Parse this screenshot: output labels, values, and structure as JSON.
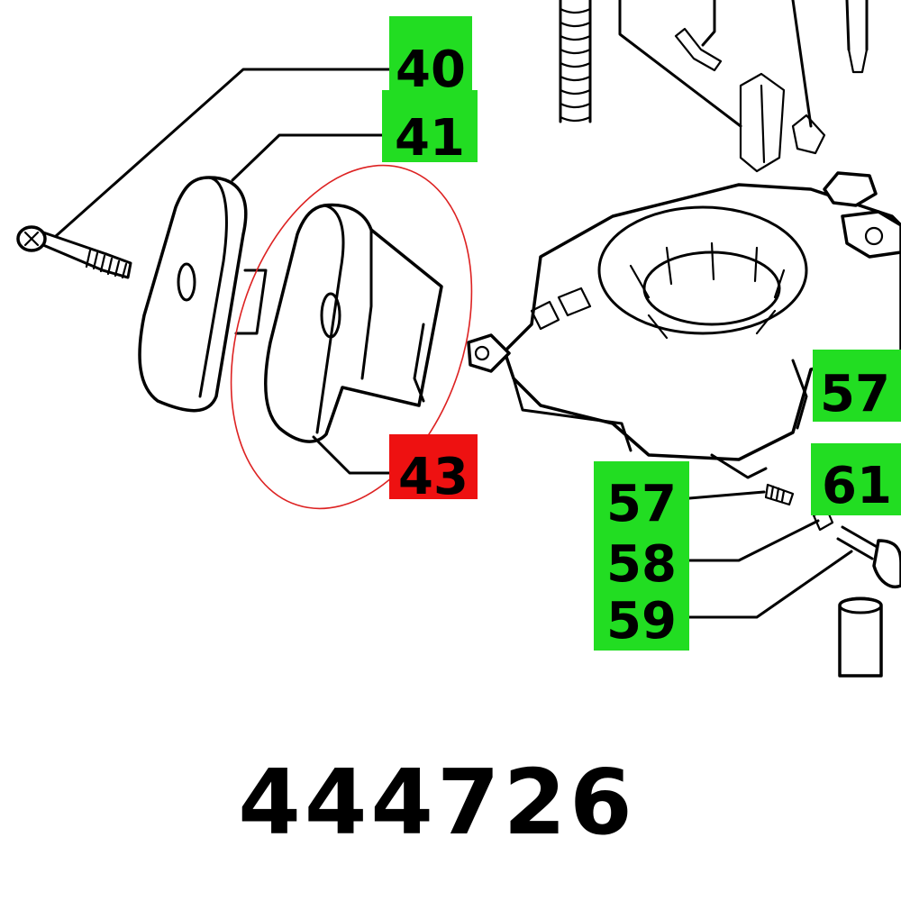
{
  "colors": {
    "callout_default": "#22dd22",
    "callout_selected": "#ee1111",
    "highlight_ellipse": "#dd2222"
  },
  "callouts": {
    "c40": "40",
    "c41": "41",
    "c43": "43",
    "c57_right": "57",
    "c57_left": "57",
    "c61": "61",
    "c58": "58",
    "c59": "59"
  },
  "part_number": "444726"
}
